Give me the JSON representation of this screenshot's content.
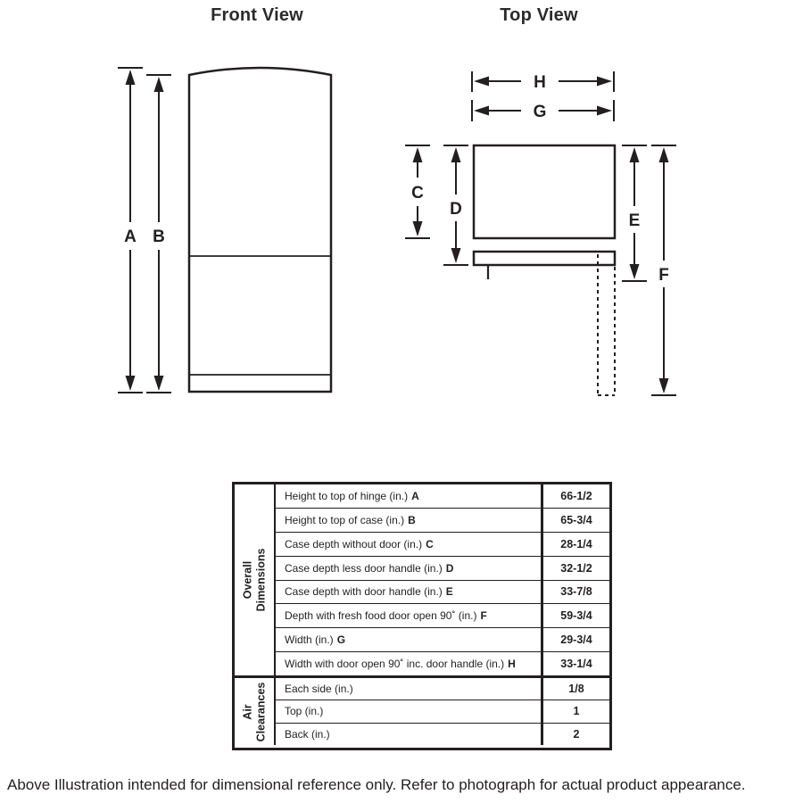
{
  "colors": {
    "ink": "#231f20",
    "background": "#ffffff"
  },
  "front_view": {
    "title": "Front View",
    "labels": {
      "a": "A",
      "b": "B"
    }
  },
  "top_view": {
    "title": "Top View",
    "labels": {
      "c": "C",
      "d": "D",
      "e": "E",
      "f": "F",
      "g": "G",
      "h": "H"
    }
  },
  "spec_table": {
    "sections": [
      {
        "header_line1": "Overall",
        "header_line2": "Dimensions",
        "rows": [
          {
            "label": "Height to top of hinge (in.)",
            "letter": "A",
            "value": "66-1/2"
          },
          {
            "label": "Height to top of case (in.)",
            "letter": "B",
            "value": "65-3/4"
          },
          {
            "label": "Case depth without door (in.)",
            "letter": "C",
            "value": "28-1/4"
          },
          {
            "label": "Case depth less door handle (in.)",
            "letter": "D",
            "value": "32-1/2"
          },
          {
            "label": "Case depth with door handle (in.)",
            "letter": "E",
            "value": "33-7/8"
          },
          {
            "label": "Depth with fresh food door open 90˚ (in.)",
            "letter": "F",
            "value": "59-3/4"
          },
          {
            "label": "Width (in.)",
            "letter": "G",
            "value": "29-3/4"
          },
          {
            "label": "Width with door open 90˚ inc. door handle (in.)",
            "letter": "H",
            "value": "33-1/4"
          }
        ]
      },
      {
        "header_line1": "Air",
        "header_line2": "Clearances",
        "rows": [
          {
            "label": "Each side (in.)",
            "letter": "",
            "value": "1/8"
          },
          {
            "label": "Top (in.)",
            "letter": "",
            "value": "1"
          },
          {
            "label": "Back (in.)",
            "letter": "",
            "value": "2"
          }
        ]
      }
    ]
  },
  "footer_note": "Above Illustration intended for dimensional reference only. Refer to photograph for actual product appearance."
}
